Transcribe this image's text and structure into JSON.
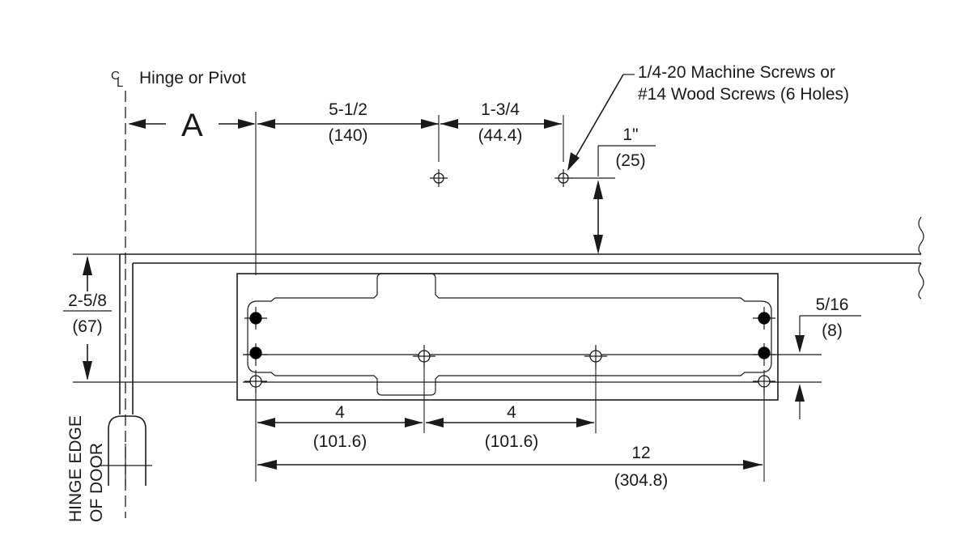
{
  "labels": {
    "centerline_symbol_c": "C",
    "centerline_symbol_l": "L",
    "hinge_or_pivot": "Hinge or Pivot",
    "dim_a": "A",
    "screws_line1": "1/4-20 Machine Screws or",
    "screws_line2": "#14 Wood Screws (6 Holes)",
    "hinge_edge_line1": "HINGE EDGE",
    "hinge_edge_line2": "OF DOOR"
  },
  "dimensions": {
    "d_5_1_2": {
      "inch": "5-1/2",
      "mm": "(140)"
    },
    "d_1_3_4": {
      "inch": "1-3/4",
      "mm": "(44.4)"
    },
    "d_1": {
      "inch": "1\"",
      "mm": "(25)"
    },
    "d_2_5_8": {
      "inch": "2-5/8",
      "mm": "(67)"
    },
    "d_5_16": {
      "inch": "5/16",
      "mm": "(8)"
    },
    "d_4_left": {
      "inch": "4",
      "mm": "(101.6)"
    },
    "d_4_right": {
      "inch": "4",
      "mm": "(101.6)"
    },
    "d_12": {
      "inch": "12",
      "mm": "(304.8)"
    }
  },
  "colors": {
    "ink": "#1a1a1a",
    "background": "#ffffff"
  }
}
